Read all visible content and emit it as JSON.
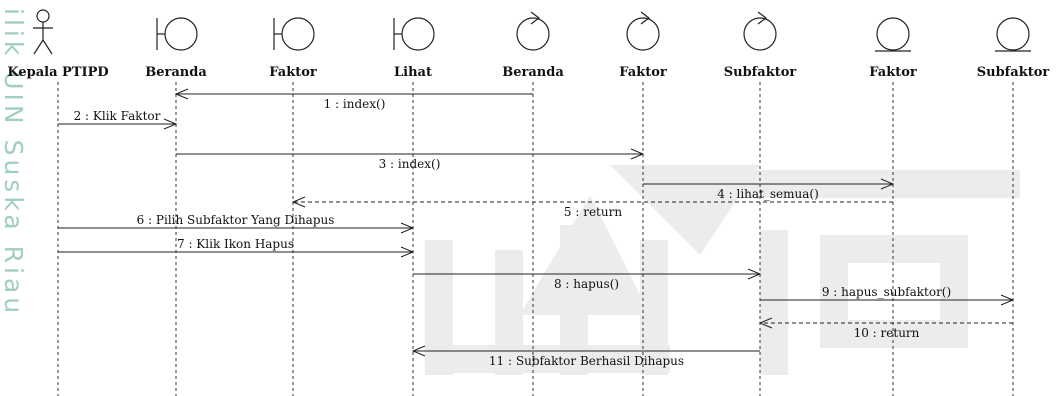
{
  "watermark": {
    "side_text": "ilik UIN Suska Riau",
    "logo": "uin-suska-riau-logo"
  },
  "participants": [
    {
      "name": "Kepala PTIPD",
      "kind": "actor",
      "icon": "actor-icon"
    },
    {
      "name": "Beranda",
      "kind": "boundary",
      "icon": "boundary-icon"
    },
    {
      "name": "Faktor",
      "kind": "boundary",
      "icon": "boundary-icon"
    },
    {
      "name": "Lihat",
      "kind": "boundary",
      "icon": "boundary-icon"
    },
    {
      "name": "Beranda",
      "kind": "control",
      "icon": "control-icon"
    },
    {
      "name": "Faktor",
      "kind": "control",
      "icon": "control-icon"
    },
    {
      "name": "Subfaktor",
      "kind": "control",
      "icon": "control-icon"
    },
    {
      "name": "Faktor",
      "kind": "entity",
      "icon": "entity-icon"
    },
    {
      "name": "Subfaktor",
      "kind": "entity",
      "icon": "entity-icon"
    }
  ],
  "messages": [
    {
      "label": "1 : index()",
      "from": 4,
      "to": 1,
      "type": "call"
    },
    {
      "label": "2 : Klik Faktor",
      "from": 0,
      "to": 1,
      "type": "call"
    },
    {
      "label": "3 : index()",
      "from": 1,
      "to": 5,
      "type": "call"
    },
    {
      "label": "4 : lihat_semua()",
      "from": 5,
      "to": 7,
      "type": "call"
    },
    {
      "label": "5 : return",
      "from": 7,
      "to": 2,
      "type": "return"
    },
    {
      "label": "6 : Pilih Subfaktor Yang Dihapus",
      "from": 0,
      "to": 3,
      "type": "call"
    },
    {
      "label": "7 : Klik Ikon Hapus",
      "from": 0,
      "to": 3,
      "type": "call"
    },
    {
      "label": "8 : hapus()",
      "from": 3,
      "to": 6,
      "type": "call"
    },
    {
      "label": "9 : hapus_subfaktor()",
      "from": 6,
      "to": 8,
      "type": "call"
    },
    {
      "label": "10 : return",
      "from": 8,
      "to": 6,
      "type": "return"
    },
    {
      "label": "11 : Subfaktor Berhasil Dihapus",
      "from": 6,
      "to": 3,
      "type": "call"
    }
  ]
}
